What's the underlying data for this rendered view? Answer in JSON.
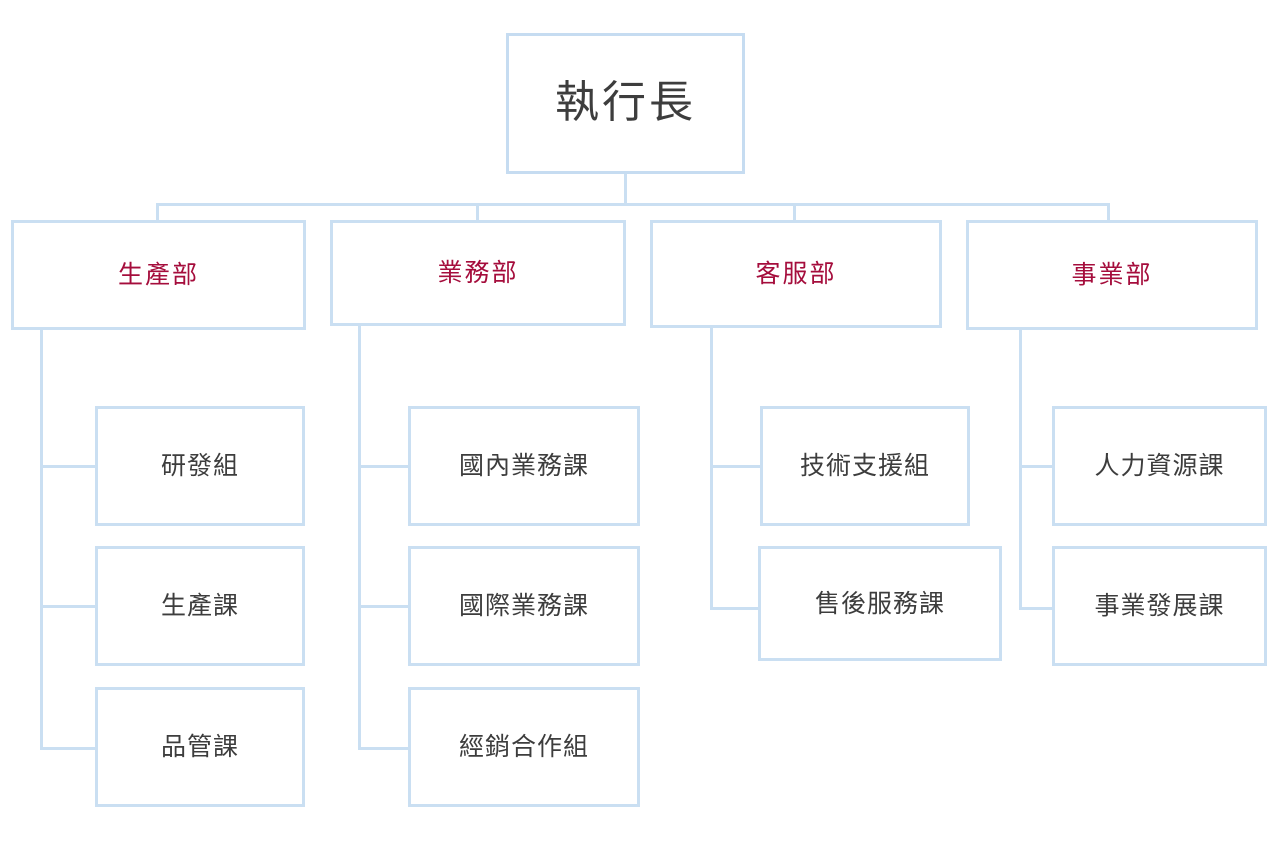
{
  "chart_data": {
    "type": "diagram",
    "diagram_type": "organization-chart",
    "title": "",
    "orientation": "top-down-with-left-spine-children",
    "colors": {
      "background": "#ffffff",
      "box_border": "#cadff2",
      "connector": "#cadff2",
      "root_text": "#3d3d3d",
      "department_text": "#a50d3c",
      "unit_text": "#3d3d3d"
    },
    "levels": [
      "executive",
      "department",
      "unit"
    ],
    "nodes": [
      {
        "id": "ceo",
        "label": "執行長",
        "level": "executive",
        "parent": null
      },
      {
        "id": "dept1",
        "label": "生產部",
        "level": "department",
        "parent": "ceo"
      },
      {
        "id": "dept2",
        "label": "業務部",
        "level": "department",
        "parent": "ceo"
      },
      {
        "id": "dept3",
        "label": "客服部",
        "level": "department",
        "parent": "ceo"
      },
      {
        "id": "dept4",
        "label": "事業部",
        "level": "department",
        "parent": "ceo"
      },
      {
        "id": "u1a",
        "label": "研發組",
        "level": "unit",
        "parent": "dept1"
      },
      {
        "id": "u1b",
        "label": "生產課",
        "level": "unit",
        "parent": "dept1"
      },
      {
        "id": "u1c",
        "label": "品管課",
        "level": "unit",
        "parent": "dept1"
      },
      {
        "id": "u2a",
        "label": "國內業務課",
        "level": "unit",
        "parent": "dept2"
      },
      {
        "id": "u2b",
        "label": "國際業務課",
        "level": "unit",
        "parent": "dept2"
      },
      {
        "id": "u2c",
        "label": "經銷合作組",
        "level": "unit",
        "parent": "dept2"
      },
      {
        "id": "u3a",
        "label": "技術支援組",
        "level": "unit",
        "parent": "dept3"
      },
      {
        "id": "u3b",
        "label": "售後服務課",
        "level": "unit",
        "parent": "dept3"
      },
      {
        "id": "u4a",
        "label": "人力資源課",
        "level": "unit",
        "parent": "dept4"
      },
      {
        "id": "u4b",
        "label": "事業發展課",
        "level": "unit",
        "parent": "dept4"
      }
    ]
  },
  "root": {
    "label": "執行長"
  },
  "departments": [
    {
      "label": "生產部",
      "units": [
        {
          "label": "研發組"
        },
        {
          "label": "生產課"
        },
        {
          "label": "品管課"
        }
      ]
    },
    {
      "label": "業務部",
      "units": [
        {
          "label": "國內業務課"
        },
        {
          "label": "國際業務課"
        },
        {
          "label": "經銷合作組"
        }
      ]
    },
    {
      "label": "客服部",
      "units": [
        {
          "label": "技術支援組"
        },
        {
          "label": "售後服務課"
        }
      ]
    },
    {
      "label": "事業部",
      "units": [
        {
          "label": "人力資源課"
        },
        {
          "label": "事業發展課"
        }
      ]
    }
  ]
}
